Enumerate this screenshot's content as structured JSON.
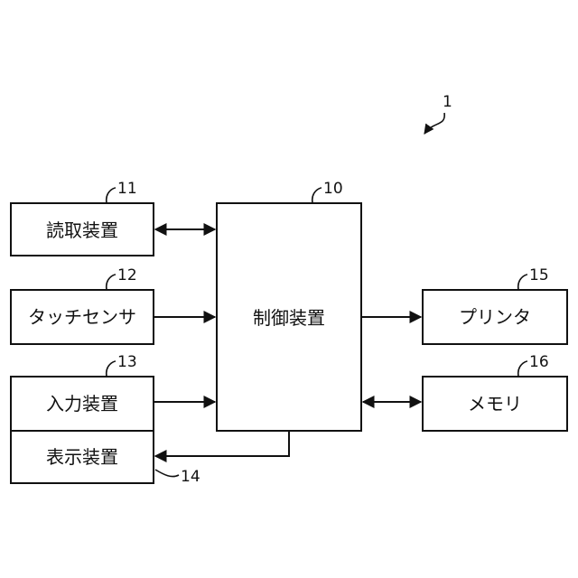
{
  "system_ref": "1",
  "blocks": {
    "reader": {
      "label": "読取装置",
      "ref": "11"
    },
    "touch": {
      "label": "タッチセンサ",
      "ref": "12"
    },
    "input": {
      "label": "入力装置",
      "ref": "13"
    },
    "display": {
      "label": "表示装置",
      "ref": "14"
    },
    "controller": {
      "label": "制御装置",
      "ref": "10"
    },
    "printer": {
      "label": "プリンタ",
      "ref": "15"
    },
    "memory": {
      "label": "メモリ",
      "ref": "16"
    }
  }
}
